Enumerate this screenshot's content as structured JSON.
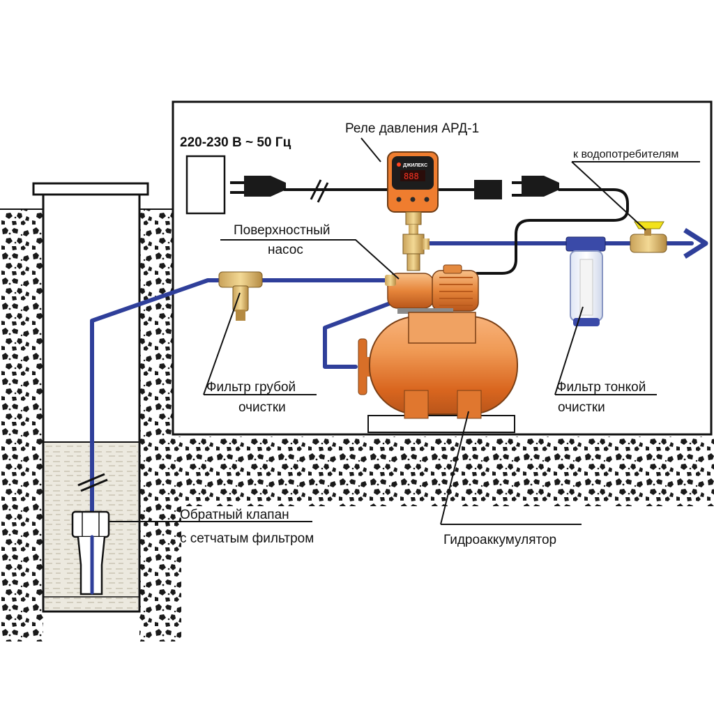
{
  "labels": {
    "power": "220-230 В ~ 50 Гц",
    "relay": "Реле давления АРД-1",
    "consumers": "к водопотребителям",
    "pump_line1": "Поверхностный",
    "pump_line2": "насос",
    "coarse_line1": "Фильтр грубой",
    "coarse_line2": "очистки",
    "fine_line1": "Фильтр тонкой",
    "fine_line2": "очистки",
    "valve_line1": "Обратный клапан",
    "valve_line2": "с сетчатым фильтром",
    "tank": "Гидроаккумулятор"
  },
  "relay": {
    "brand": "ДЖИЛЕКС",
    "display": "888"
  },
  "colors": {
    "pipe": "#2f3f9a",
    "orange": "#e87a2e",
    "soil": "#1a1a1a",
    "water": "#ece9df"
  }
}
